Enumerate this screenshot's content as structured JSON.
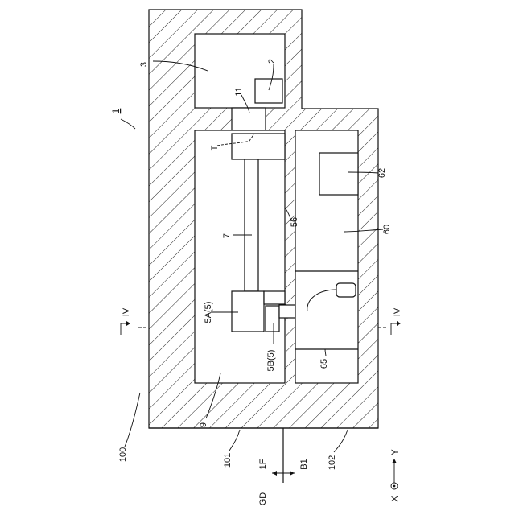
{
  "figure": {
    "labels": {
      "device": "1",
      "building": "100",
      "room": "3",
      "unit2": "2",
      "conn11": "11",
      "t": "T",
      "rail": "7",
      "carriage": "5A(5)",
      "sub_carriage": "5B(5)",
      "wall56": "56",
      "cabinet": "60",
      "block62": "62",
      "block65": "65",
      "frame9": "9",
      "floor101": "101",
      "floor102": "102",
      "ground": "GD",
      "arrow_1f": "1F",
      "arrow_b1": "B1",
      "axis_x": "X",
      "axis_y": "Y",
      "section_left": "IV",
      "section_right": "IV"
    }
  }
}
